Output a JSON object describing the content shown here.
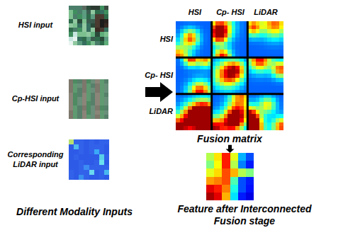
{
  "diagram": {
    "nodes": [
      {
        "text": [
          "Different Modality Inputs"
        ]
      },
      {
        "text": [
          "HSI input"
        ],
        "in": 0
      },
      {
        "text": [
          "Cp-HSI input"
        ],
        "in": 0
      },
      {
        "text": [
          "Corresponding LiDAR input"
        ],
        "in": 0
      },
      {
        "text": [
          "Fusion matrix"
        ]
      },
      {
        "text": [
          "Feature after Interconnected Fusion stage"
        ]
      }
    ],
    "edges": [
      {
        "from": 0,
        "to": 4,
        "arrow": "to"
      },
      {
        "from": 4,
        "to": 5,
        "arrow": "to"
      }
    ],
    "labels": [
      "HSI",
      "Cp- HSI",
      "LiDAR",
      "HSI",
      "Cp- HSI",
      "LiDAR"
    ]
  }
}
